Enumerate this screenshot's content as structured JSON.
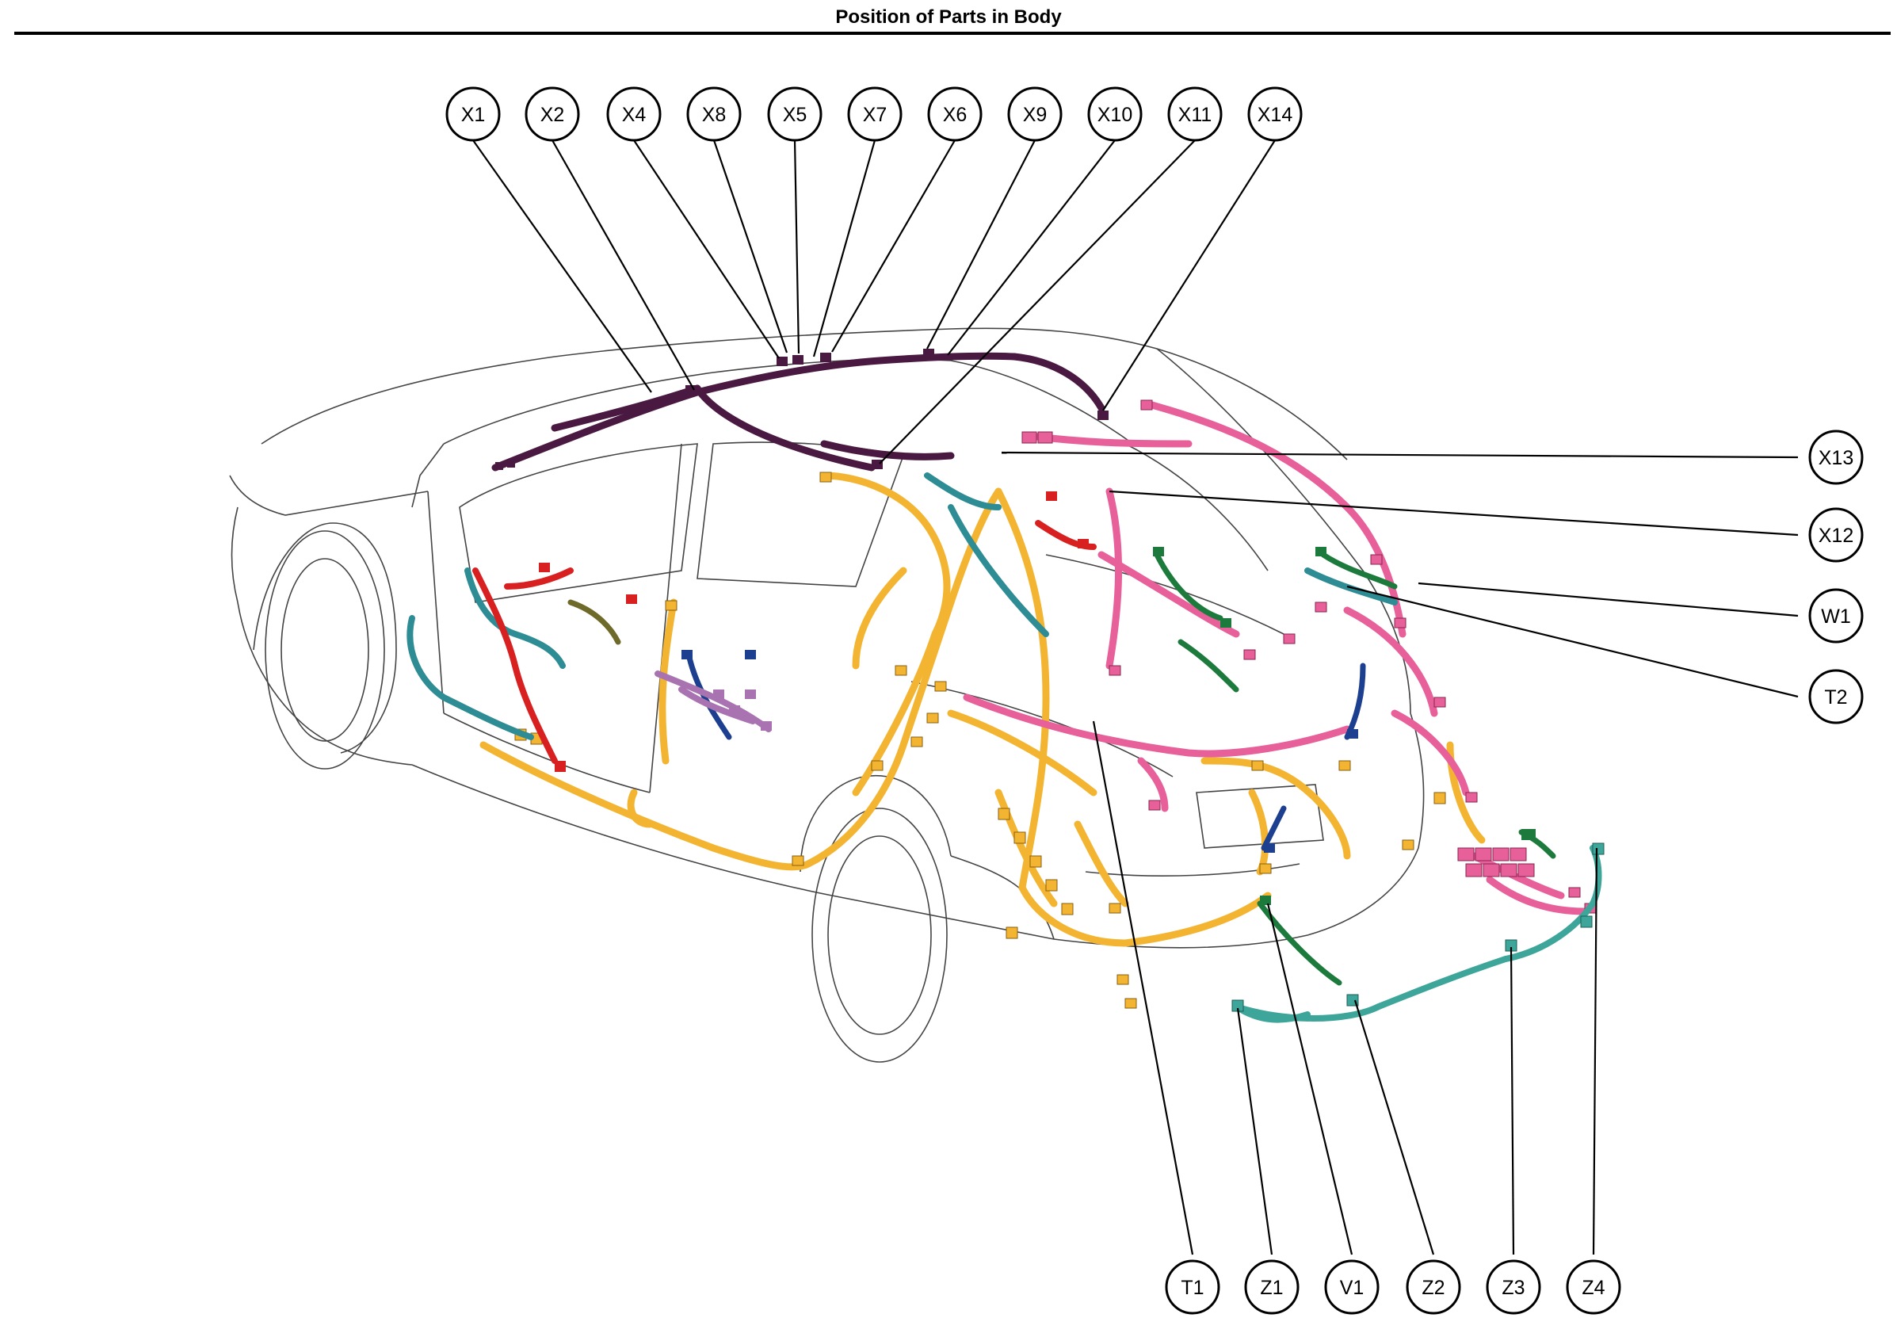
{
  "header": {
    "title": "Position of Parts in Body"
  },
  "colors": {
    "harness_orange": "#f3b531",
    "harness_pink": "#e8609a",
    "harness_purple": "#4a1942",
    "harness_teal": "#2e8c94",
    "harness_red": "#d82020",
    "harness_green": "#1c7b3c",
    "harness_blue": "#1d3f8f",
    "harness_lavender": "#a873b0",
    "harness_sea_green": "#3da59a",
    "harness_olive": "#6e6a2a",
    "car_outline": "#444444"
  },
  "callouts": [
    {
      "id": "X1",
      "label": "X1"
    },
    {
      "id": "X2",
      "label": "X2"
    },
    {
      "id": "X4",
      "label": "X4"
    },
    {
      "id": "X8",
      "label": "X8"
    },
    {
      "id": "X5",
      "label": "X5"
    },
    {
      "id": "X7",
      "label": "X7"
    },
    {
      "id": "X6",
      "label": "X6"
    },
    {
      "id": "X9",
      "label": "X9"
    },
    {
      "id": "X10",
      "label": "X10"
    },
    {
      "id": "X11",
      "label": "X11"
    },
    {
      "id": "X14",
      "label": "X14"
    },
    {
      "id": "X13",
      "label": "X13"
    },
    {
      "id": "X12",
      "label": "X12"
    },
    {
      "id": "W1",
      "label": "W1"
    },
    {
      "id": "T2",
      "label": "T2"
    },
    {
      "id": "T1",
      "label": "T1"
    },
    {
      "id": "Z1",
      "label": "Z1"
    },
    {
      "id": "V1",
      "label": "V1"
    },
    {
      "id": "Z2",
      "label": "Z2"
    },
    {
      "id": "Z3",
      "label": "Z3"
    },
    {
      "id": "Z4",
      "label": "Z4"
    }
  ]
}
